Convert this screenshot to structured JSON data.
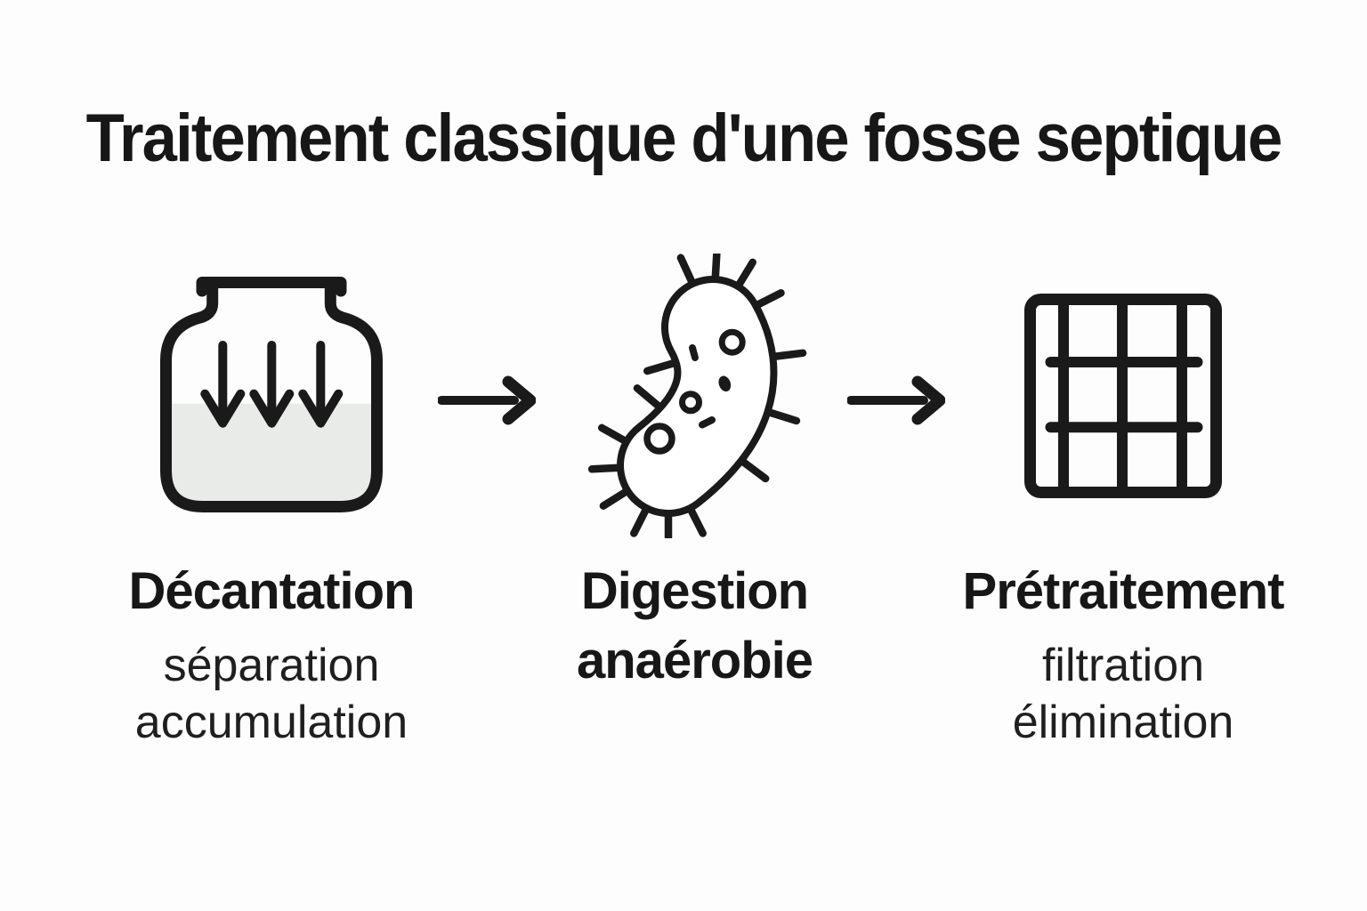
{
  "title": "Traitement classique d'une fosse septique",
  "stages": [
    {
      "name": "Décantation",
      "icon": "settling-tank-icon",
      "sub_lines": [
        "séparation",
        "accumulation"
      ]
    },
    {
      "name": "Digestion anaérobie",
      "icon": "anaerobic-bacteria-icon",
      "sub_lines": []
    },
    {
      "name": "Prétraitement",
      "icon": "filter-grid-icon",
      "sub_lines": [
        "filtration",
        "élimination"
      ]
    }
  ],
  "colors": {
    "ink": "#1a1a1a",
    "water_fill": "#e8ebe8",
    "background": "#fdfdfd"
  }
}
